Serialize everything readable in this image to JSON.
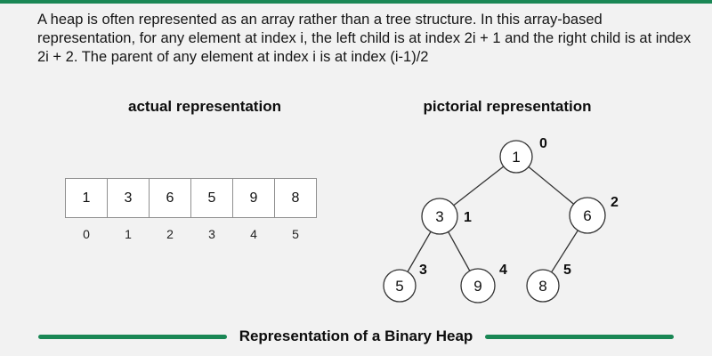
{
  "colors": {
    "accent_green": "#1a8755",
    "background": "#f2f2f2"
  },
  "intro_text": "A heap is often represented as an array rather than a tree structure. In this array-based representation, for any element at index i, the left child is at index 2i + 1 and the right child is at index 2i + 2. The parent of any element at index i is at index (i-1)/2",
  "headings": {
    "left": "actual representation",
    "right": "pictorial representation"
  },
  "array_representation": {
    "values": [
      "1",
      "3",
      "6",
      "5",
      "9",
      "8"
    ],
    "indices": [
      "0",
      "1",
      "2",
      "3",
      "4",
      "5"
    ]
  },
  "tree_representation": {
    "nodes": [
      {
        "value": "1",
        "index": "0"
      },
      {
        "value": "3",
        "index": "1"
      },
      {
        "value": "6",
        "index": "2"
      },
      {
        "value": "5",
        "index": "3"
      },
      {
        "value": "9",
        "index": "4"
      },
      {
        "value": "8",
        "index": "5"
      }
    ],
    "edges": [
      [
        0,
        1
      ],
      [
        0,
        2
      ],
      [
        1,
        3
      ],
      [
        1,
        4
      ],
      [
        2,
        5
      ]
    ]
  },
  "caption": "Representation of a Binary Heap"
}
